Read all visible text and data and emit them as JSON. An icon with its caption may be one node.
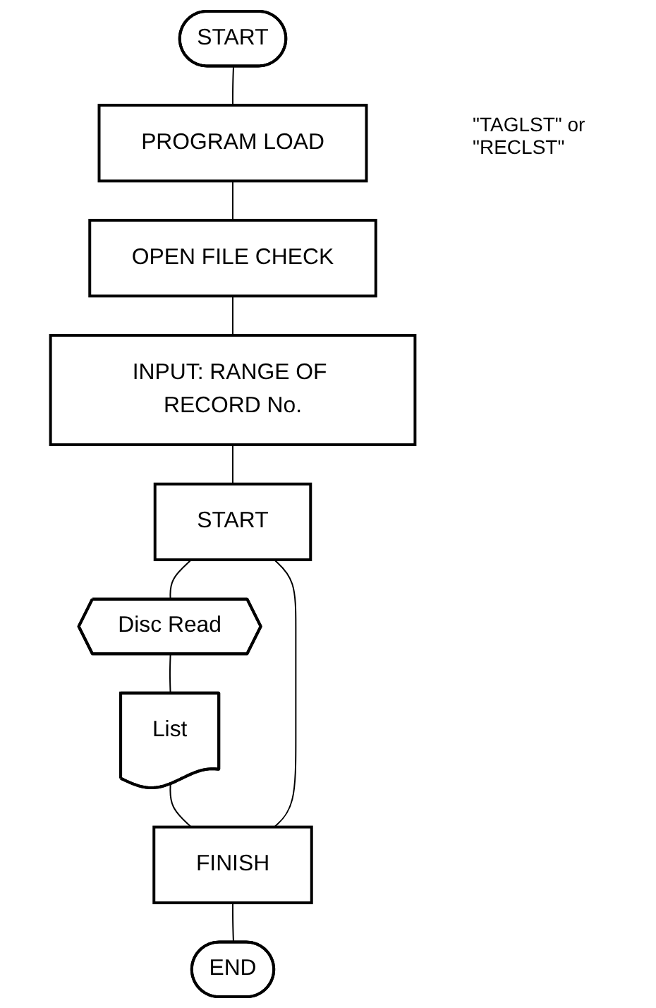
{
  "diagram": {
    "nodes": [
      {
        "text": [
          "START"
        ]
      },
      {
        "text": [
          "PROGRAM LOAD"
        ]
      },
      {
        "text": [
          "OPEN FILE CHECK"
        ]
      },
      {
        "text": [
          "INPUT: RANGE OF RECORD No."
        ]
      },
      {
        "text": [
          "START"
        ]
      },
      {
        "text": [
          "Disc Read"
        ]
      },
      {
        "text": [
          "List"
        ]
      },
      {
        "text": [
          "FINISH"
        ]
      },
      {
        "text": [
          "END"
        ]
      }
    ],
    "edges": [
      {
        "from": 0,
        "to": 1,
        "arrow": "none"
      },
      {
        "from": 1,
        "to": 2,
        "arrow": "none"
      },
      {
        "from": 2,
        "to": 3,
        "arrow": "none"
      },
      {
        "from": 3,
        "to": 4,
        "arrow": "none"
      },
      {
        "from": 4,
        "to": 5,
        "arrow": "none"
      },
      {
        "from": 5,
        "to": 6,
        "arrow": "none"
      },
      {
        "from": 6,
        "to": 7,
        "arrow": "none"
      },
      {
        "from": 7,
        "to": 8,
        "arrow": "none"
      },
      {
        "from": 7,
        "to": 4,
        "arrow": "none"
      }
    ],
    "labels": [
      "\"TAGLST\" or \"RECLST\""
    ]
  }
}
